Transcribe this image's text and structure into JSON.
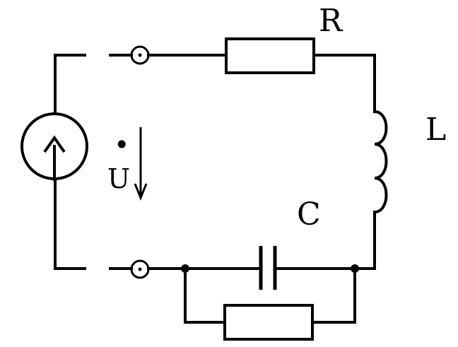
{
  "labels": {
    "resistor_top": "R",
    "inductor": "L",
    "capacitor": "C",
    "voltage_symbol": "U",
    "voltage_dot": "•"
  },
  "colors": {
    "line": "#000000",
    "background": "#ffffff"
  },
  "icons": {
    "source": "voltage-source-icon",
    "terminal": "terminal-icon",
    "junction": "junction-dot-icon"
  }
}
